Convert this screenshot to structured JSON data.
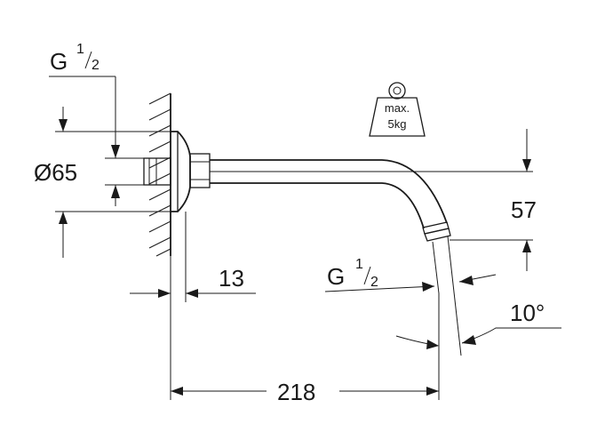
{
  "dimensions": {
    "thread_top": {
      "base": "G",
      "num": "1",
      "den": "2"
    },
    "diameter": "Ø65",
    "flange_depth": "13",
    "height": "57",
    "thread_outlet": {
      "base": "G",
      "num": "1",
      "den": "2"
    },
    "angle": "10°",
    "length": "218"
  },
  "weight_badge": {
    "line1": "max.",
    "line2": "5kg"
  }
}
